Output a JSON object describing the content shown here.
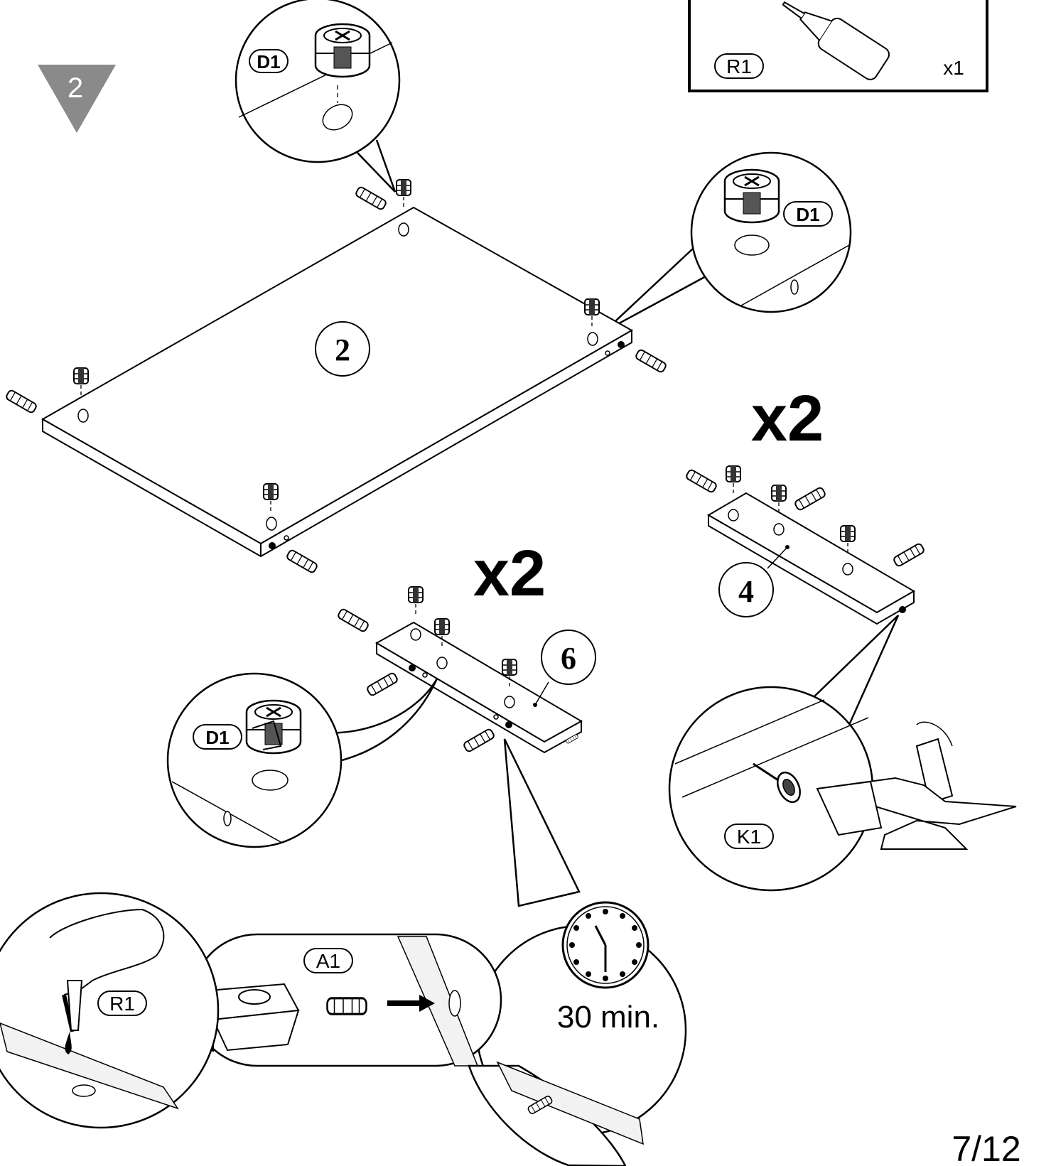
{
  "step": {
    "number": "2"
  },
  "parts_box": {
    "part_code": "R1",
    "quantity": "x1"
  },
  "panels": {
    "main": {
      "label": "2"
    },
    "small_right": {
      "label": "4",
      "multiplier": "x2"
    },
    "small_center": {
      "label": "6",
      "multiplier": "x2"
    }
  },
  "callouts": {
    "top_cam": {
      "code": "D1"
    },
    "right_cam": {
      "code": "D1"
    },
    "center_cam": {
      "code": "D1"
    },
    "hammer": {
      "code": "K1"
    },
    "glue": {
      "code": "R1"
    },
    "dowel": {
      "code": "A1"
    },
    "clock": {
      "time_text": "30 min."
    }
  },
  "footer": {
    "page_number": "7/12"
  }
}
